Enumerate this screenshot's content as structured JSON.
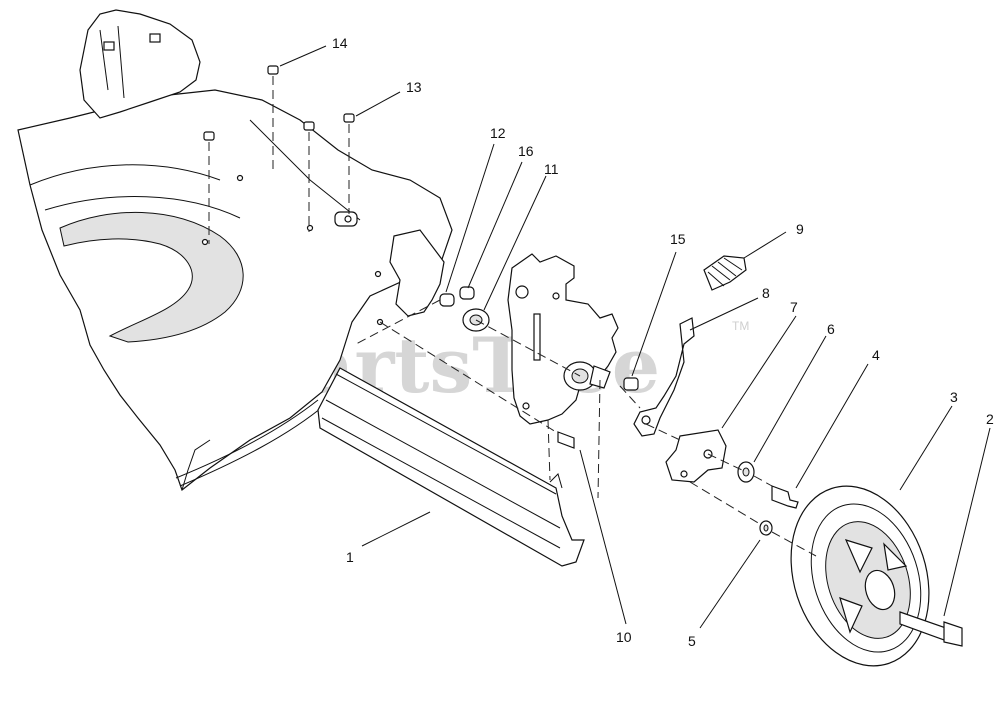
{
  "watermark": {
    "text": "PartsTree",
    "trademark": "TM"
  },
  "callouts": [
    "1",
    "2",
    "3",
    "4",
    "5",
    "6",
    "7",
    "8",
    "9",
    "10",
    "11",
    "12",
    "13",
    "14",
    "15",
    "16"
  ]
}
